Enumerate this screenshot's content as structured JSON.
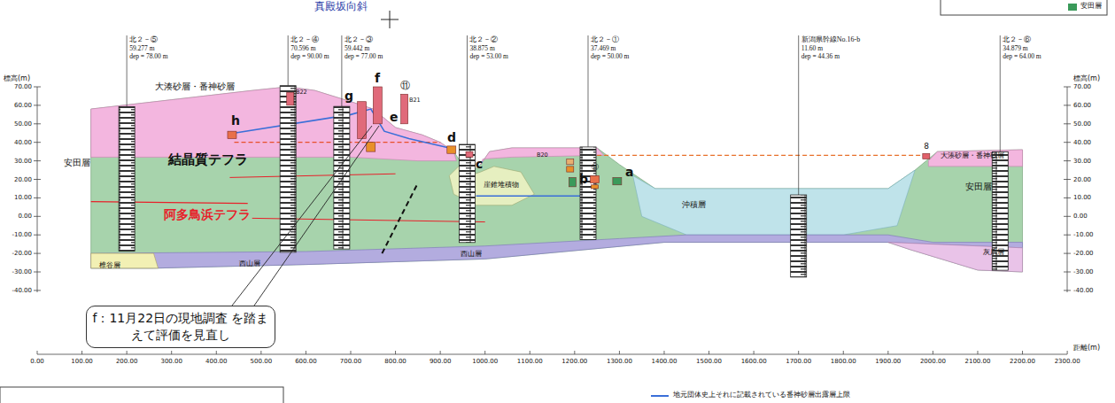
{
  "diagram": {
    "title": "真殿坂向斜",
    "nodes": [
      {
        "text": [
          "f：11月22日の現地調査 を踏まえて評価を見直し"
        ]
      }
    ],
    "labels": [
      "北２－⑤",
      "59.277 m",
      "dep = 78.00 m",
      "北２－④",
      "70.596 m",
      "dep = 90.00 m",
      "北２－③",
      "59.442 m",
      "dep = 77.00 m",
      "北２－②",
      "38.875 m",
      "dep = 53.00 m",
      "北２－①",
      "37.469 m",
      "dep = 50.00 m",
      "新潟県幹線No.16-b",
      "11.60 m",
      "dep = 44.36 m",
      "北２－⑥",
      "34.879 m",
      "dep = 64.00 m",
      "標高(m)",
      "標高(m)",
      "70.00",
      "60.00",
      "50.00",
      "40.00",
      "30.00",
      "20.00",
      "10.00",
      "0.00",
      "-10.00",
      "-20.00",
      "-30.00",
      "-40.00",
      "70.00",
      "60.00",
      "50.00",
      "40.00",
      "30.00",
      "20.00",
      "10.00",
      "0.00",
      "-10.00",
      "-20.00",
      "-30.00",
      "-40.00",
      "0.00",
      "100.00",
      "200.00",
      "300.00",
      "400.00",
      "500.00",
      "600.00",
      "700.00",
      "800.00",
      "900.00",
      "1000.00",
      "1100.00",
      "1200.00",
      "1300.00",
      "1400.00",
      "1500.00",
      "1600.00",
      "1700.00",
      "1800.00",
      "1900.00",
      "2000.00",
      "2100.00",
      "2200.00",
      "2300.00",
      "距離(m)",
      "大湊砂層・番神砂層",
      "結晶質テフラ",
      "阿多鳥浜テフラ",
      "安田層",
      "椎谷層",
      "西山層",
      "西山層",
      "崖錐堆積物",
      "沖積層",
      "安田層",
      "大湊砂層・番神砂層",
      "灰爪層",
      "h",
      "g",
      "f",
      "⑪",
      "B21",
      "B22",
      "e",
      "d",
      "c",
      "B20",
      "⑪",
      "b",
      "a",
      "8"
    ],
    "legend": [
      {
        "text": "安田層",
        "color": "#3a9a5a"
      },
      {
        "text": "地元団体史上それに記載されている番神砂層出露層上限"
      }
    ]
  }
}
